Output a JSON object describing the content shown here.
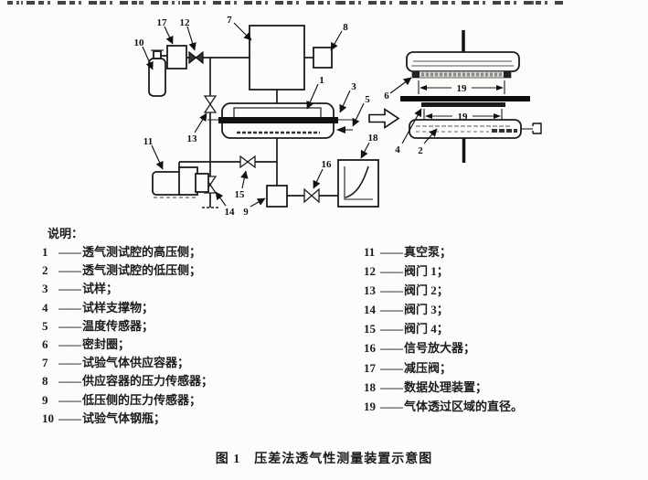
{
  "figure": {
    "caption": "图 1　压差法透气性测量装置示意图"
  },
  "legend": {
    "title": "说明：",
    "dash": "——",
    "left": [
      {
        "num": "1",
        "label": "透气测试腔的高压侧；"
      },
      {
        "num": "2",
        "label": "透气测试腔的低压侧；"
      },
      {
        "num": "3",
        "label": "试样；"
      },
      {
        "num": "4",
        "label": "试样支撑物；"
      },
      {
        "num": "5",
        "label": "温度传感器；"
      },
      {
        "num": "6",
        "label": "密封圈；"
      },
      {
        "num": "7",
        "label": "试验气体供应容器；"
      },
      {
        "num": "8",
        "label": "供应容器的压力传感器；"
      },
      {
        "num": "9",
        "label": "低压侧的压力传感器；"
      },
      {
        "num": "10",
        "label": "试验气体钢瓶；"
      }
    ],
    "right": [
      {
        "num": "11",
        "label": "真空泵；"
      },
      {
        "num": "12",
        "label": "阀门 1；"
      },
      {
        "num": "13",
        "label": "阀门 2；"
      },
      {
        "num": "14",
        "label": "阀门 3；"
      },
      {
        "num": "15",
        "label": "阀门 4；"
      },
      {
        "num": "16",
        "label": "信号放大器；"
      },
      {
        "num": "17",
        "label": "减压阀；"
      },
      {
        "num": "18",
        "label": "数据处理装置；"
      },
      {
        "num": "19",
        "label": "气体透过区域的直径。"
      }
    ]
  },
  "diagram": {
    "callouts": {
      "c1": "1",
      "c2": "2",
      "c3": "3",
      "c4": "4",
      "c5": "5",
      "c6": "6",
      "c7": "7",
      "c8": "8",
      "c9": "9",
      "c10": "10",
      "c11": "11",
      "c12": "12",
      "c13": "13",
      "c14": "14",
      "c15": "15",
      "c16": "16",
      "c17": "17",
      "c18": "18"
    },
    "dimension_label": "19"
  }
}
